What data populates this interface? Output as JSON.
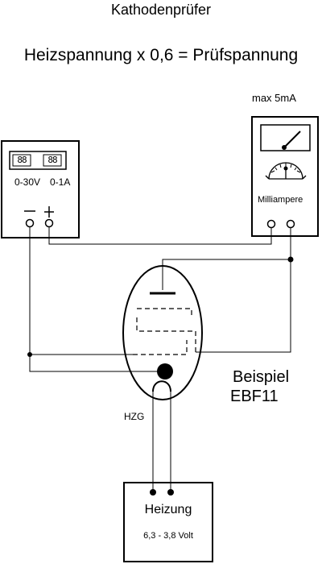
{
  "title": "Kathodenprüfer",
  "formula": "Heizspannung x 0,6 = Prüfspannung",
  "meter": {
    "max_label": "max 5mA",
    "unit_label": "Milliampere"
  },
  "power_supply": {
    "display_left": "88",
    "display_right": "88",
    "range_voltage": "0-30V",
    "range_current": "0-1A",
    "terminal_minus": "—",
    "terminal_plus": "+"
  },
  "tube": {
    "title": "Beispiel",
    "type": "EBF11",
    "heater_pin_label": "HZG"
  },
  "heater": {
    "title": "Heizung",
    "voltage": "6,3 - 3,8 Volt"
  }
}
